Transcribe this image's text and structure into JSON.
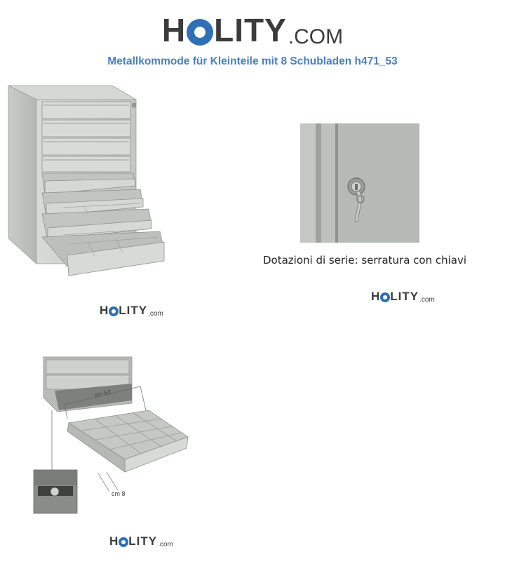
{
  "brand": {
    "name_left": "H",
    "name_right": "LITY",
    "domain": ".COM",
    "domain_small": ".com",
    "accent": "#2e6fb5"
  },
  "product": {
    "title": "Metallkommode für Kleinteile mit 8 Schubladen h471_53"
  },
  "detail_image": {
    "caption": "Dotazioni di serie: serratura con chiavi"
  },
  "dimension_image": {
    "width_label": "cm 52",
    "height_label": "cm 8"
  }
}
